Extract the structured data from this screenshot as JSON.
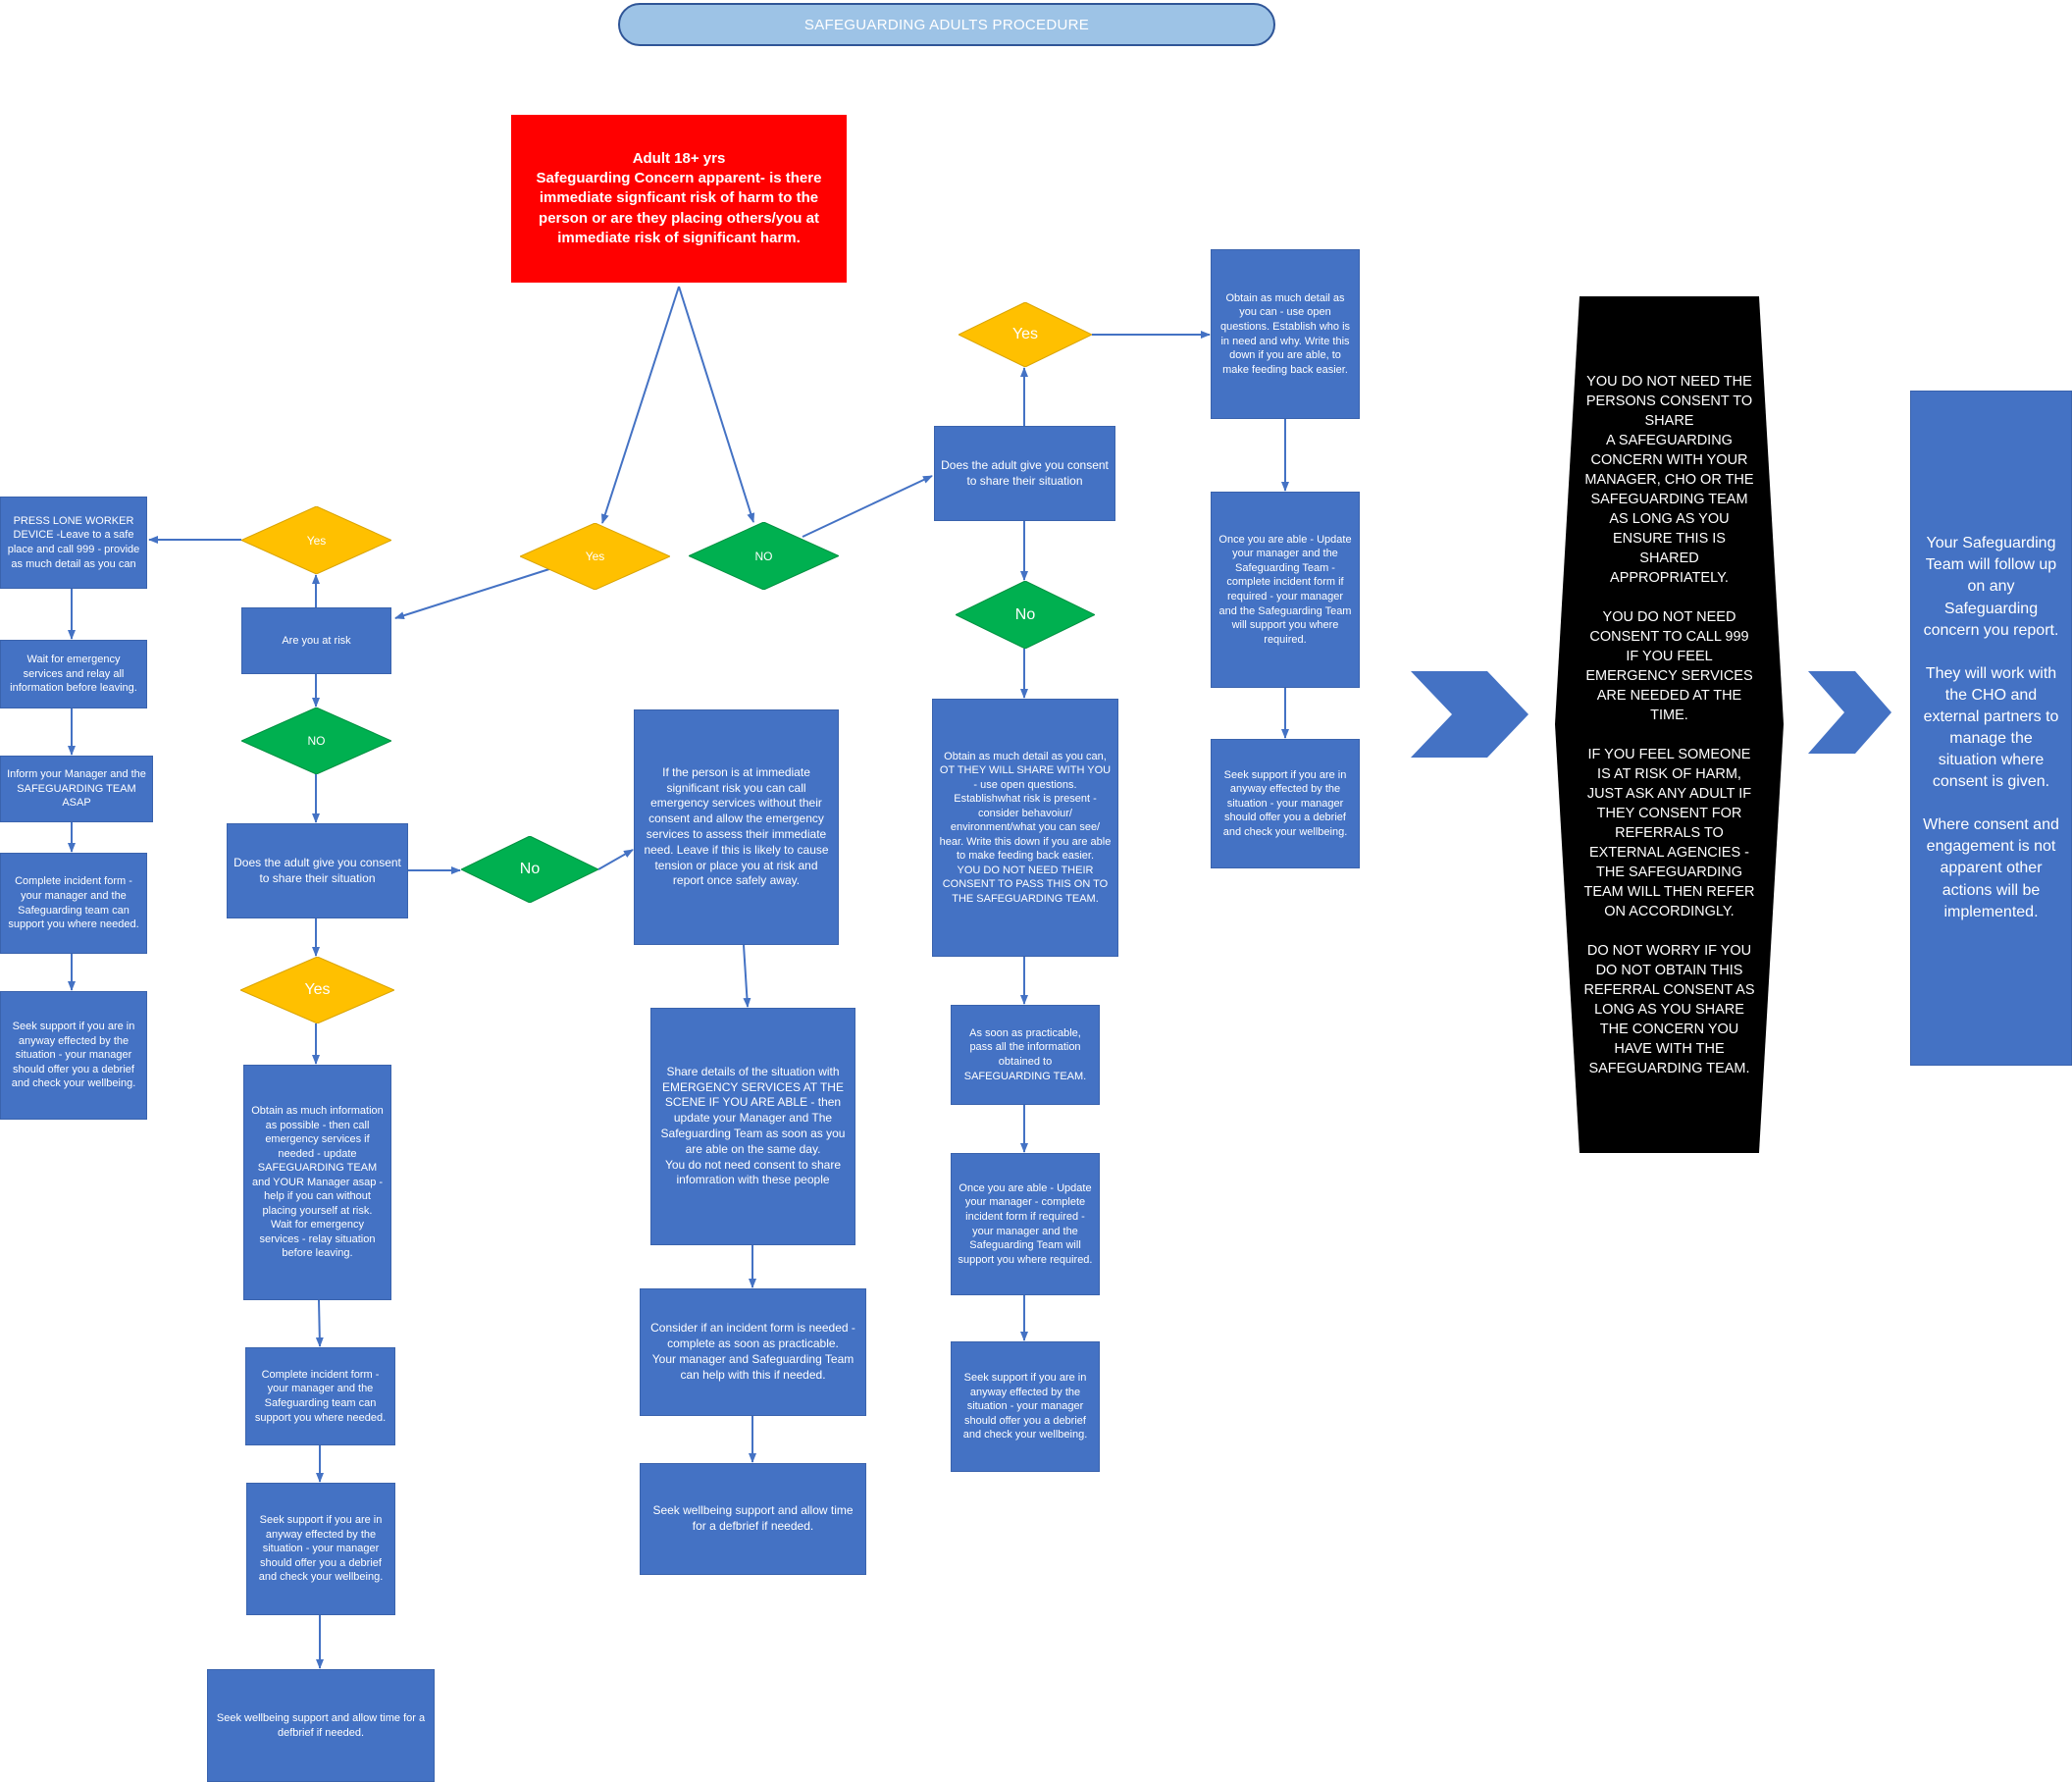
{
  "title": "SAFEGUARDING ADULTS PROCEDURE",
  "colors": {
    "box": "#4472C4",
    "yes": "#FFC000",
    "no": "#00B050",
    "alert": "#FF0000",
    "black": "#000000",
    "title_fill": "#9DC3E6",
    "title_border": "#2F5597",
    "line": "#4472C4"
  },
  "nodes": {
    "start": "Adult 18+ yrs\nSafeguarding Concern apparent-  is there immediate signficant risk of harm to the person or are they placing others/you at immediate risk of significant harm.",
    "yes_risk": "Yes",
    "no_risk": "NO",
    "at_risk_q": "Are you at risk",
    "yes_self": "Yes",
    "lone_worker": "PRESS LONE WORKER DEVICE -Leave to a safe place and call 999 - provide as much detail as you can",
    "wait_services": "Wait for emergency services and relay all information before leaving.",
    "inform_manager": "Inform your Manager and the  SAFEGUARDING TEAM ASAP",
    "incident_left": "Complete incident form - your manager and the Safeguarding team can support you where needed.",
    "support_left": "Seek support if you are in anyway effected by the situation - your manager should offer you a debrief and check your wellbeing.",
    "no_self": "NO",
    "consent_q_left": "Does the adult give you consent to share their situation",
    "no_consent_left": "No",
    "yes_consent_left": "Yes",
    "obtain_info_left": "Obtain as much information as possible - then call emergency services if needed - update SAFEGUARDING TEAM and YOUR Manager asap -help if you can without placing yourself at risk.\nWait for emergency services - relay situation before leaving.",
    "incident_left2": "Complete incident form - your manager and the Safeguarding team can support you where needed.",
    "support_left2": "Seek support if you are in anyway effected by the situation - your manager should offer you a debrief and check your wellbeing.",
    "wellbeing_left2": "Seek wellbeing support and allow time for a defbrief if needed.",
    "immediate_risk": "If the person is at immediate significant risk you can call emergency services without their consent and allow the emergency services to assess their immediate need.  Leave if this is likely to cause tension or place you at risk and report once safely away.",
    "share_details": "Share details of the situation with EMERGENCY SERVICES AT THE SCENE IF YOU ARE ABLE - then update your Manager and The Safeguarding Team as soon as you are able on the same day.\nYou do not need consent to share infomration with these people",
    "consider_incident": "Consider if an incident form is needed - complete as soon as practicable.\nYour manager and Safeguarding Team can help with this if needed.",
    "wellbeing_center": "Seek wellbeing support and allow time for a defbrief if needed.",
    "consent_q_right": "Does the adult give you consent to share their situation",
    "yes_consent_right": "Yes",
    "no_consent_right": "No",
    "obtain_detail_yes": "Obtain as much detail as you can - use open questions. Establish who is in need and why.  Write this down if you are able, to make feeding back easier.",
    "update_yes": "Once you are able - Update your manager and the Safeguarding Team - complete incident form if required - your manager and the Safeguarding Team will support you where required.",
    "support_yes": "Seek support if you are in anyway effected by the situation - your manager should offer you a debrief and check your wellbeing.",
    "obtain_detail_no": "Obtain as much detail as you can, OT THEY WILL SHARE WITH YOU - use open questions. Establishwhat risk is present - consider behavoiur/ environment/what you can see/ hear.  Write this down if you are able to make feeding back easier.\nYOU DO NOT NEED THEIR CONSENT TO PASS THIS ON TO THE SAFEGUARDING TEAM.",
    "pass_info": "As soon as practicable, pass all the information obtained to SAFEGUARDING TEAM.",
    "update_no": "Once you are able - Update your manager - complete incident form if required - your manager and the Safeguarding Team will support you where required.",
    "support_no": "Seek support if you are in anyway effected by the situation - your manager should offer you a debrief and check your wellbeing.",
    "consent_note": "YOU DO NOT NEED THE PERSONS CONSENT TO SHARE\nA  SAFEGUARDING CONCERN WITH YOUR MANAGER, CHO OR THE SAFEGUARDING TEAM AS LONG AS YOU ENSURE THIS IS SHARED APPROPRIATELY.\n\nYOU DO NOT NEED CONSENT TO CALL 999 IF YOU FEEL EMERGENCY SERVICES ARE NEEDED AT THE TIME.\n\nIF YOU FEEL SOMEONE IS AT RISK OF HARM, JUST ASK ANY ADULT IF THEY CONSENT FOR REFERRALS TO EXTERNAL AGENCIES - THE SAFEGUARDING TEAM WILL THEN REFER ON ACCORDINGLY.\n\nDO NOT WORRY IF YOU DO NOT OBTAIN THIS REFERRAL CONSENT AS LONG AS YOU SHARE THE CONCERN YOU HAVE WITH THE SAFEGUARDING TEAM.",
    "follow_up": "Your Safeguarding Team will follow up on any Safeguarding concern you report.\n\nThey will work with the CHO and external partners to manage the situation where consent is given.\n\nWhere consent and engagement is not apparent other actions will be implemented."
  }
}
